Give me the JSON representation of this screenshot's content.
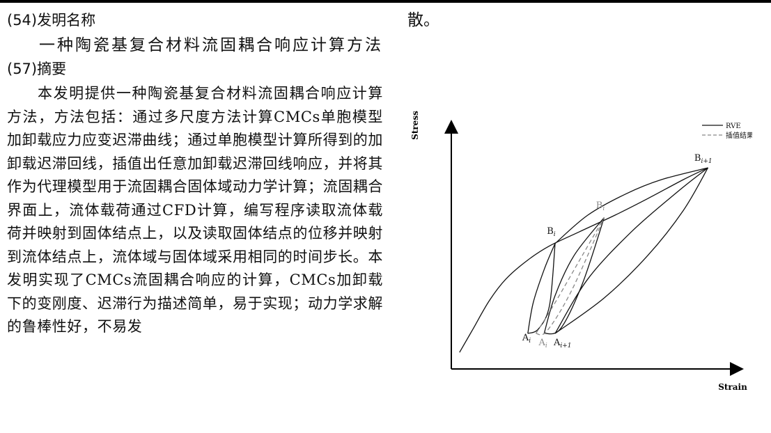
{
  "document": {
    "title_heading": "(54)发明名称",
    "title": "一种陶瓷基复合材料流固耦合响应计算方法",
    "abstract_heading": "(57)摘要",
    "abstract_text": "本发明提供一种陶瓷基复合材料流固耦合响应计算方法，方法包括：通过多尺度方法计算CMCs单胞模型加卸载应力应变迟滞曲线；通过单胞模型计算所得到的加卸载迟滞回线，插值出任意加卸载迟滞回线响应，并将其作为代理模型用于流固耦合固体域动力学计算；流固耦合界面上，流体载荷通过CFD计算，编写程序读取流体载荷并映射到固体结点上，以及读取固体结点的位移并映射到流体结点上，流体域与固体域采用相同的时间步长。本发明实现了CMCs流固耦合响应的计算，CMCs加卸载下的变刚度、迟滞行为描述简单，易于实现；动力学求解的鲁棒性好，不易发",
    "continuation": "散。"
  },
  "chart_data": {
    "type": "line",
    "xlabel": "Strain",
    "ylabel": "Stress",
    "legend": [
      {
        "name": "RVE",
        "style": "solid",
        "color": "#111111"
      },
      {
        "name": "插值结果",
        "style": "dashed",
        "color": "#888888"
      }
    ],
    "legend_position": "top-right",
    "xlim": [
      0,
      100
    ],
    "ylim": [
      0,
      100
    ],
    "grid": false,
    "series": [
      {
        "style": "solid",
        "points": [
          [
            3,
            7
          ],
          [
            8,
            17
          ],
          [
            14,
            29
          ],
          [
            20,
            38
          ],
          [
            28,
            46
          ],
          [
            36,
            52
          ],
          [
            47,
            58
          ],
          [
            60,
            65
          ],
          [
            72,
            72
          ],
          [
            85,
            80
          ],
          [
            94,
            85
          ]
        ]
      },
      {
        "style": "solid",
        "points": [
          [
            28,
            15
          ],
          [
            30,
            28
          ],
          [
            34,
            42
          ],
          [
            38,
            53
          ]
        ]
      },
      {
        "style": "solid",
        "points": [
          [
            28,
            15
          ],
          [
            32,
            17
          ],
          [
            36,
            27
          ],
          [
            38,
            53
          ]
        ]
      },
      {
        "style": "solid",
        "points": [
          [
            34,
            15
          ],
          [
            38,
            31
          ],
          [
            45,
            48
          ],
          [
            56,
            64
          ]
        ]
      },
      {
        "style": "solid",
        "points": [
          [
            34,
            15
          ],
          [
            40,
            17
          ],
          [
            48,
            36
          ],
          [
            56,
            64
          ]
        ]
      },
      {
        "style": "solid",
        "points": [
          [
            38,
            53
          ],
          [
            50,
            65
          ],
          [
            64,
            74
          ],
          [
            77,
            80
          ],
          [
            94,
            85
          ]
        ]
      },
      {
        "style": "solid",
        "points": [
          [
            38,
            15
          ],
          [
            50,
            38
          ],
          [
            66,
            58
          ],
          [
            83,
            75
          ],
          [
            94,
            85
          ]
        ]
      },
      {
        "style": "solid",
        "points": [
          [
            38,
            15
          ],
          [
            56,
            30
          ],
          [
            72,
            48
          ],
          [
            85,
            67
          ],
          [
            94,
            85
          ]
        ]
      },
      {
        "style": "dashed",
        "points": [
          [
            31,
            15
          ],
          [
            38,
            28
          ],
          [
            48,
            48
          ],
          [
            56,
            64
          ]
        ]
      },
      {
        "style": "dashed",
        "points": [
          [
            31,
            15
          ],
          [
            35,
            16
          ],
          [
            44,
            33
          ],
          [
            56,
            64
          ]
        ]
      }
    ],
    "annotations": [
      {
        "text": "A",
        "sub": "i",
        "x": 26,
        "y": 12,
        "color": "#111111"
      },
      {
        "text": "A",
        "sub": "i",
        "x": 32,
        "y": 10,
        "color": "#888888"
      },
      {
        "text": "A",
        "sub": "i+1",
        "x": 37.5,
        "y": 10,
        "color": "#111111"
      },
      {
        "text": "B",
        "sub": "i",
        "x": 35,
        "y": 57,
        "color": "#111111"
      },
      {
        "text": "B",
        "sub": "i",
        "x": 53,
        "y": 68,
        "color": "#888888"
      },
      {
        "text": "B",
        "sub": "i+1",
        "x": 89,
        "y": 88,
        "color": "#111111"
      }
    ]
  }
}
